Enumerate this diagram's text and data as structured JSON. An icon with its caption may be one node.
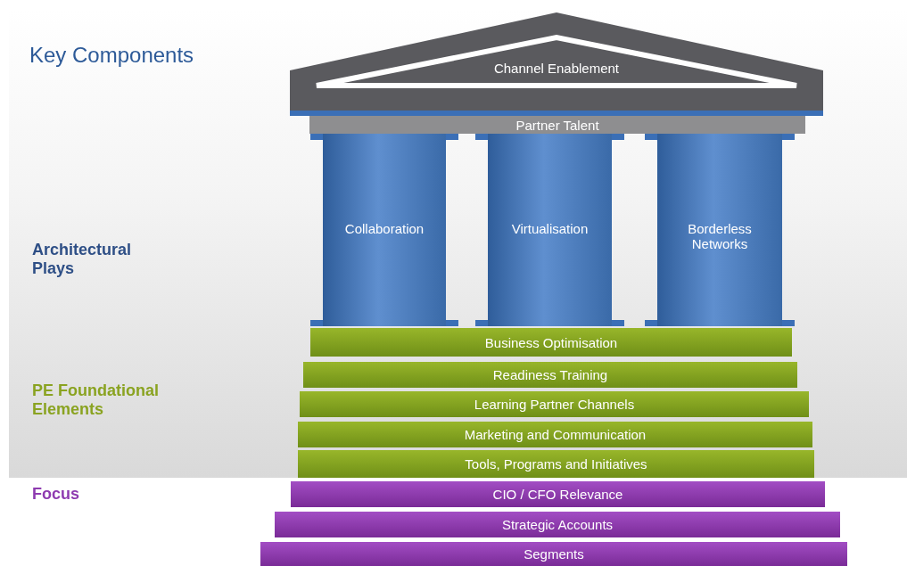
{
  "diagram": {
    "title": "Key Components",
    "nodes": [
      {
        "text": [
          "Channel Enablement"
        ]
      },
      {
        "text": [
          "Partner Talent"
        ]
      },
      {
        "text": [
          "Collaboration"
        ]
      },
      {
        "text": [
          "Virtualisation"
        ]
      },
      {
        "text": [
          "Borderless Networks"
        ]
      },
      {
        "text": [
          "Business Optimisation"
        ]
      },
      {
        "text": [
          "Readiness Training"
        ]
      },
      {
        "text": [
          "Learning Partner Channels"
        ]
      },
      {
        "text": [
          "Marketing and Communication"
        ]
      },
      {
        "text": [
          "Tools, Programs and Initiatives"
        ]
      },
      {
        "text": [
          "CIO / CFO Relevance"
        ]
      },
      {
        "text": [
          "Strategic Accounts"
        ]
      },
      {
        "text": [
          "Segments"
        ]
      }
    ],
    "labels": [
      "Architectural Plays",
      "PE Foundational Elements",
      "Focus"
    ]
  }
}
